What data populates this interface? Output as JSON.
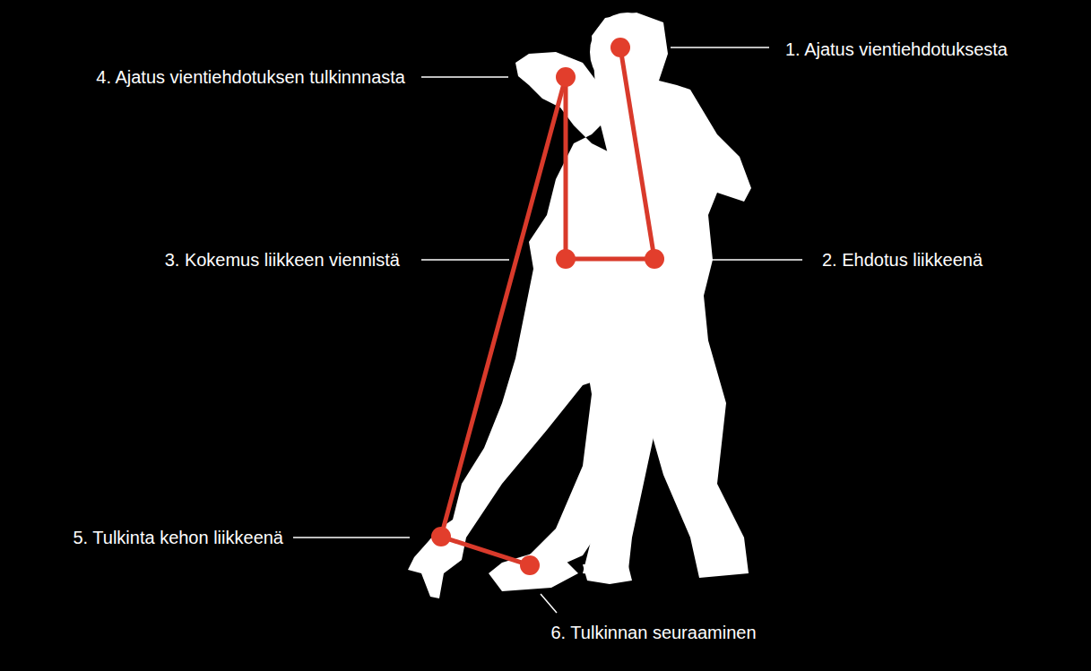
{
  "diagram": {
    "nodes": [
      {
        "text": [
          "1. Ajatus vientiehdotuksesta"
        ]
      },
      {
        "text": [
          "2. Ehdotus liikkeenä"
        ]
      },
      {
        "text": [
          "3. Kokemus liikkeen viennistä"
        ]
      },
      {
        "text": [
          "4. Ajatus vientiehdotuksen tulkinnnasta"
        ]
      },
      {
        "text": [
          "5. Tulkinta kehon liikkeenä"
        ]
      },
      {
        "text": [
          "6. Tulkinnan seuraaminen"
        ]
      }
    ],
    "edges": [
      {
        "from": 0,
        "to": 1,
        "arrow": "none"
      },
      {
        "from": 1,
        "to": 2,
        "arrow": "none"
      },
      {
        "from": 2,
        "to": 3,
        "arrow": "none"
      },
      {
        "from": 3,
        "to": 4,
        "arrow": "none"
      },
      {
        "from": 4,
        "to": 5,
        "arrow": "none"
      }
    ]
  }
}
